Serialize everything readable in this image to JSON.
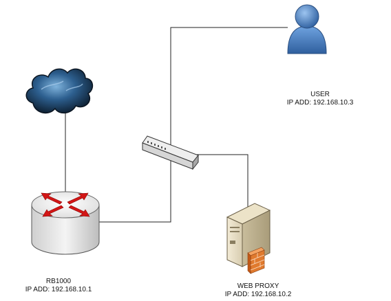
{
  "nodes": {
    "user": {
      "name": "USER",
      "ip": "IP ADD: 192.168.10.3"
    },
    "router": {
      "name": "RB1000",
      "ip": "IP ADD: 192.168.10.1"
    },
    "proxy": {
      "name": "WEB PROXY",
      "ip": "IP ADD: 192.168.10.2"
    }
  },
  "icons": [
    "cloud-icon",
    "router-icon",
    "switch-icon",
    "user-icon",
    "server-icon"
  ]
}
